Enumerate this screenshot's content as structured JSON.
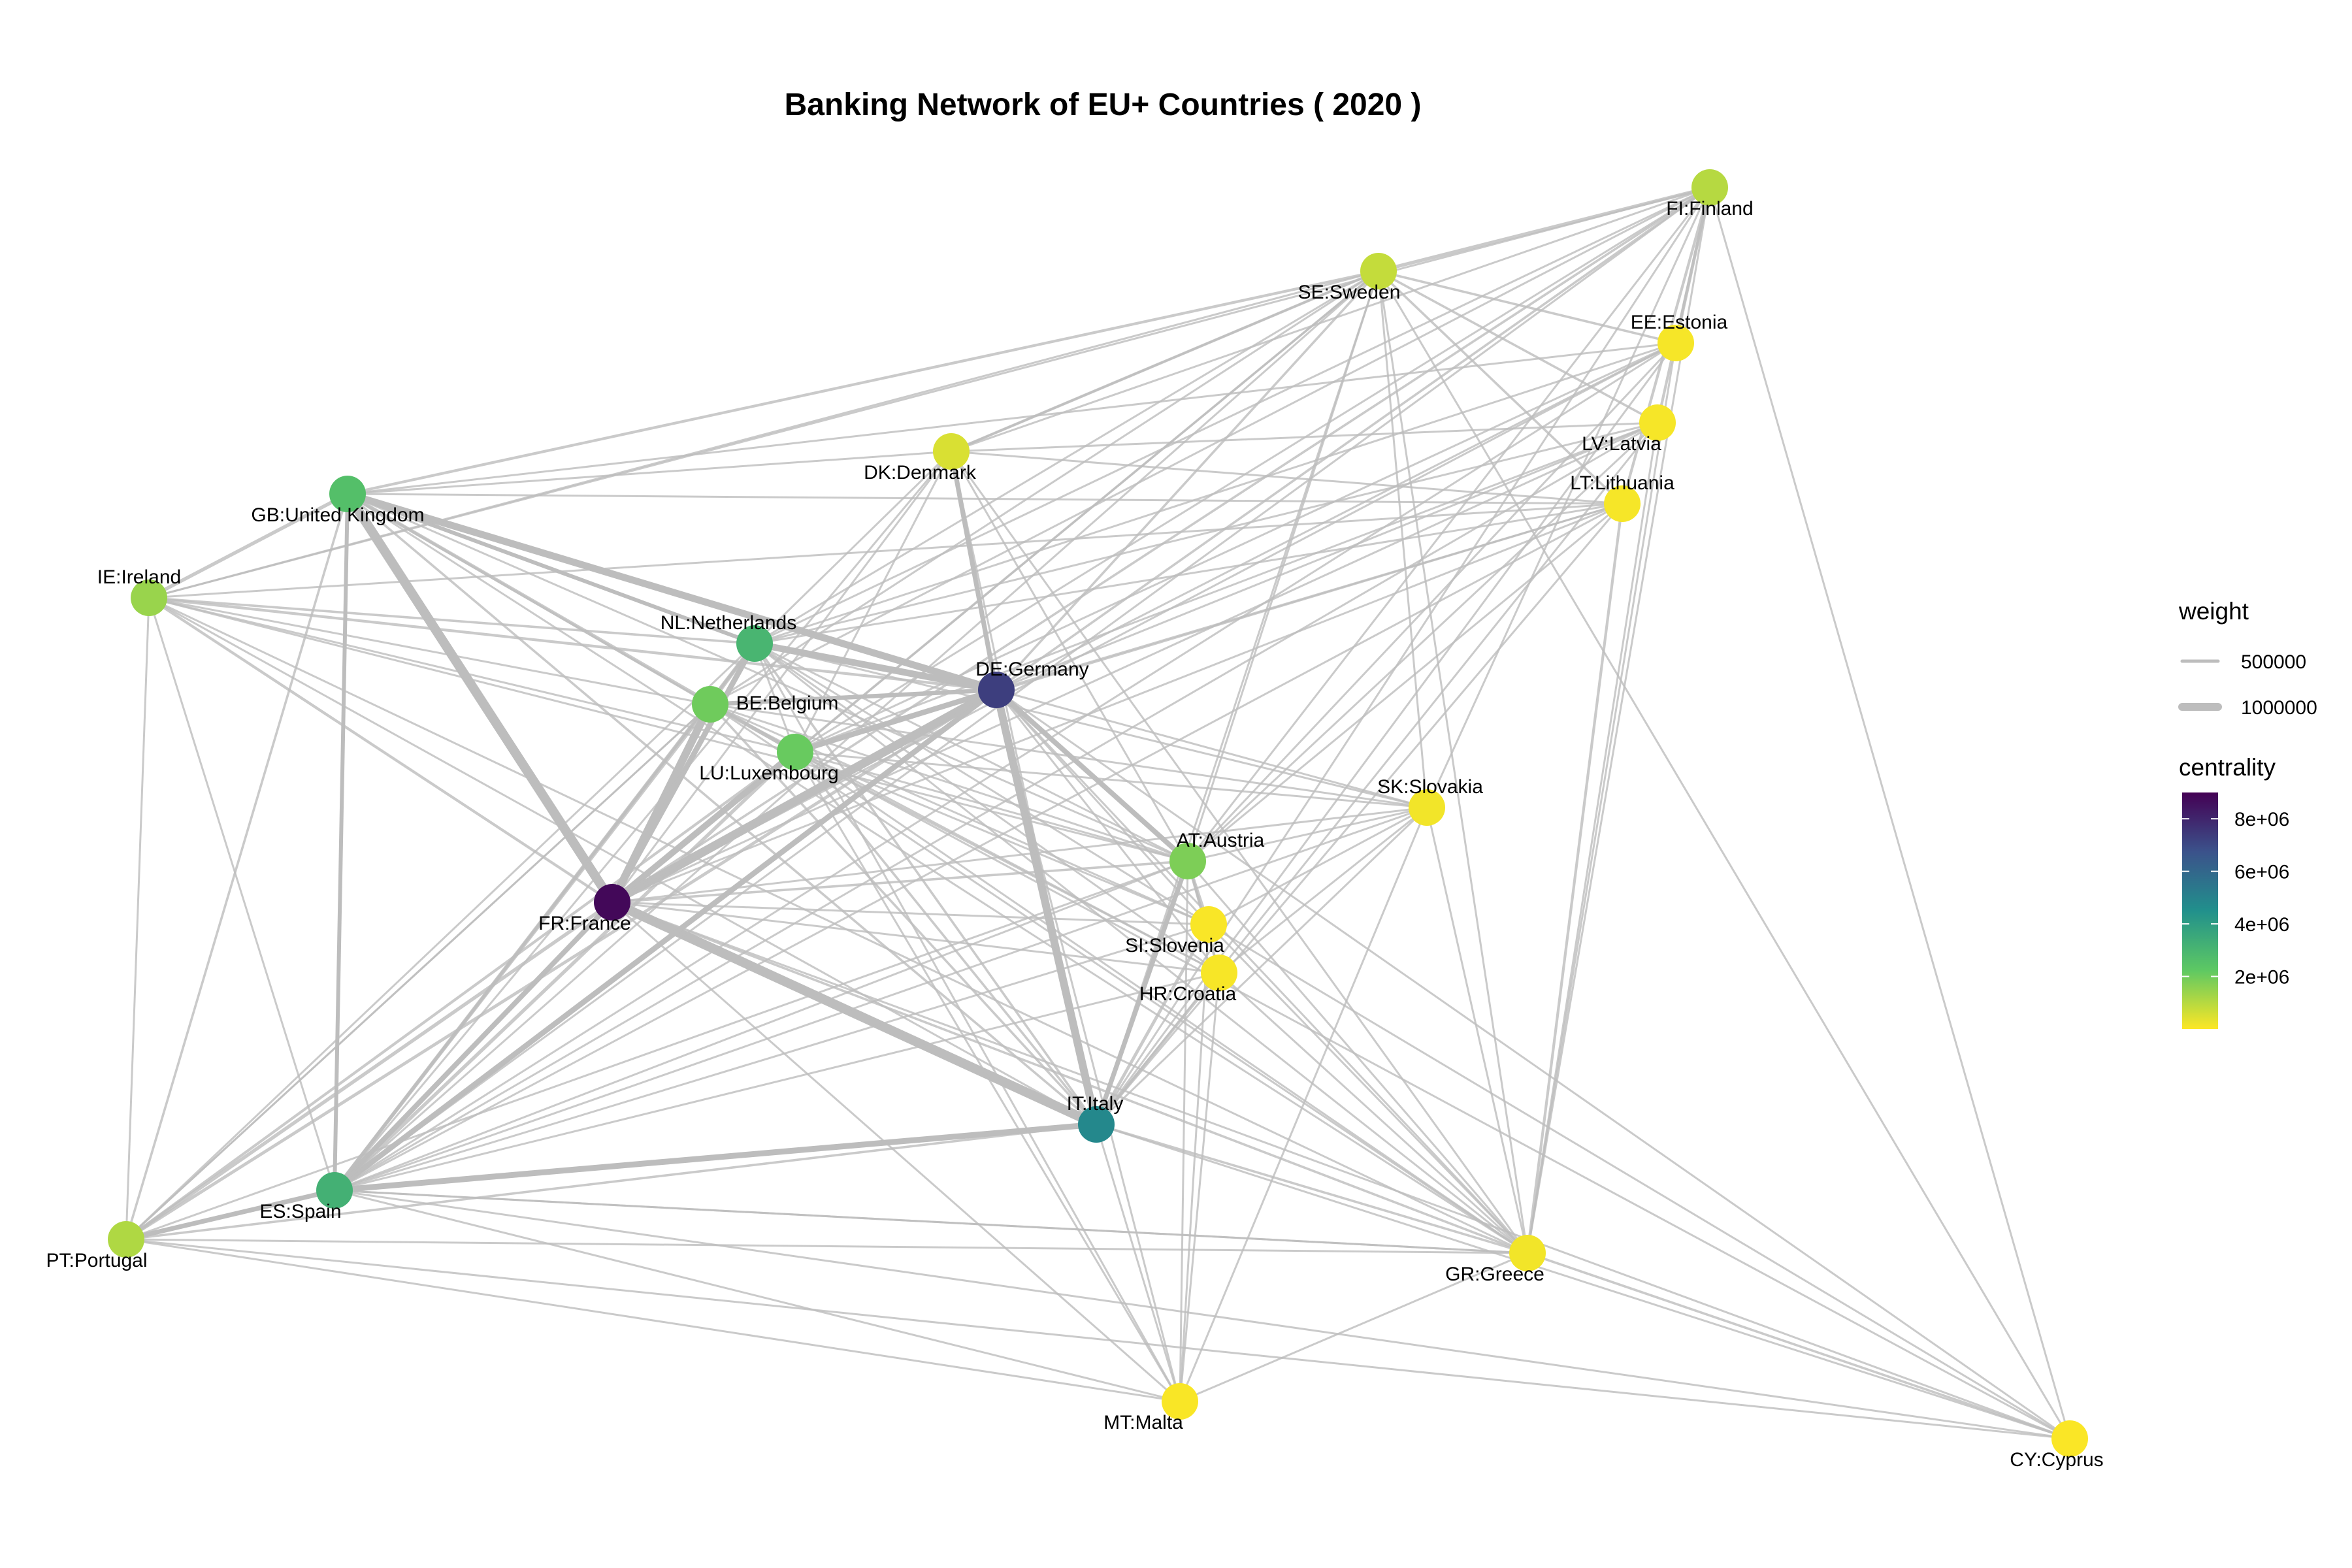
{
  "title": "Banking Network of EU+ Countries ( 2020 )",
  "palette": {
    "edge": "#bdbdbd",
    "viridis": [
      "#440154",
      "#3B528B",
      "#21908C",
      "#5DC863",
      "#FDE725"
    ]
  },
  "legend": {
    "weight_title": "weight",
    "weight_items": [
      {
        "label": "500000",
        "value": 500000
      },
      {
        "label": "1000000",
        "value": 1000000
      }
    ],
    "centrality_title": "centrality",
    "centrality_range": [
      0,
      9000000
    ],
    "centrality_ticks": [
      {
        "label": "8e+06",
        "value": 8000000
      },
      {
        "label": "6e+06",
        "value": 6000000
      },
      {
        "label": "4e+06",
        "value": 4000000
      },
      {
        "label": "2e+06",
        "value": 2000000
      }
    ]
  },
  "nodes": [
    {
      "id": "FI",
      "label": "FI:Finland",
      "centrality": 1000000
    },
    {
      "id": "SE",
      "label": "SE:Sweden",
      "centrality": 800000
    },
    {
      "id": "EE",
      "label": "EE:Estonia",
      "centrality": 100000
    },
    {
      "id": "LV",
      "label": "LV:Latvia",
      "centrality": 100000
    },
    {
      "id": "LT",
      "label": "LT:Lithuania",
      "centrality": 100000
    },
    {
      "id": "DK",
      "label": "DK:Denmark",
      "centrality": 500000
    },
    {
      "id": "GB",
      "label": "GB:United Kingdom",
      "centrality": 2600000
    },
    {
      "id": "IE",
      "label": "IE:Ireland",
      "centrality": 1400000
    },
    {
      "id": "NL",
      "label": "NL:Netherlands",
      "centrality": 3000000
    },
    {
      "id": "DE",
      "label": "DE:Germany",
      "centrality": 7300000
    },
    {
      "id": "BE",
      "label": "BE:Belgium",
      "centrality": 2000000
    },
    {
      "id": "LU",
      "label": "LU:Luxembourg",
      "centrality": 2100000
    },
    {
      "id": "SK",
      "label": "SK:Slovakia",
      "centrality": 150000
    },
    {
      "id": "AT",
      "label": "AT:Austria",
      "centrality": 1800000
    },
    {
      "id": "FR",
      "label": "FR:France",
      "centrality": 8800000
    },
    {
      "id": "SI",
      "label": "SI:Slovenia",
      "centrality": 60000
    },
    {
      "id": "HR",
      "label": "HR:Croatia",
      "centrality": 80000
    },
    {
      "id": "IT",
      "label": "IT:Italy",
      "centrality": 4800000
    },
    {
      "id": "ES",
      "label": "ES:Spain",
      "centrality": 3200000
    },
    {
      "id": "PT",
      "label": "PT:Portugal",
      "centrality": 1100000
    },
    {
      "id": "GR",
      "label": "GR:Greece",
      "centrality": 150000
    },
    {
      "id": "MT",
      "label": "MT:Malta",
      "centrality": 50000
    },
    {
      "id": "CY",
      "label": "CY:Cyprus",
      "centrality": 40000
    }
  ],
  "edges": [
    [
      "FR",
      "DE",
      1100000
    ],
    [
      "FR",
      "GB",
      1200000
    ],
    [
      "FR",
      "IT",
      1200000
    ],
    [
      "FR",
      "BE",
      1000000
    ],
    [
      "FR",
      "LU",
      800000
    ],
    [
      "FR",
      "NL",
      700000
    ],
    [
      "FR",
      "ES",
      650000
    ],
    [
      "DE",
      "IT",
      1000000
    ],
    [
      "DE",
      "GB",
      900000
    ],
    [
      "DE",
      "NL",
      850000
    ],
    [
      "DE",
      "LU",
      700000
    ],
    [
      "DE",
      "DK",
      600000
    ],
    [
      "DE",
      "ES",
      700000
    ],
    [
      "DE",
      "AT",
      650000
    ],
    [
      "DE",
      "BE",
      550000
    ],
    [
      "IT",
      "ES",
      750000
    ],
    [
      "IT",
      "AT",
      600000
    ],
    [
      "IT",
      "SI",
      400000
    ],
    [
      "IT",
      "HR",
      350000
    ],
    [
      "ES",
      "GB",
      500000
    ],
    [
      "ES",
      "PT",
      600000
    ],
    [
      "ES",
      "BE",
      450000
    ],
    [
      "ES",
      "LU",
      450000
    ],
    [
      "ES",
      "NL",
      450000
    ],
    [
      "GB",
      "NL",
      500000
    ],
    [
      "GB",
      "IE",
      450000
    ],
    [
      "GB",
      "LU",
      450000
    ],
    [
      "SE",
      "FI",
      450000
    ],
    [
      "SE",
      "DK",
      350000
    ],
    [
      "SE",
      "GB",
      350000
    ],
    [
      "IE",
      "FR",
      350000
    ],
    [
      "IE",
      "DE",
      350000
    ],
    [
      "IE",
      "NL",
      300000
    ],
    [
      "BE",
      "NL",
      400000
    ],
    [
      "BE",
      "LU",
      400000
    ],
    [
      "AT",
      "SI",
      350000
    ],
    [
      "AT",
      "HR",
      350000
    ],
    [
      "GR",
      "CY",
      300000
    ],
    [
      "LT",
      "GR",
      350000
    ],
    [
      "FI",
      "EE",
      400000
    ],
    [
      "FI",
      "LV",
      350000
    ],
    [
      "FI",
      "LT",
      350000
    ],
    [
      "SE",
      "EE",
      300000
    ],
    [
      "SE",
      "LV",
      300000
    ],
    [
      "SE",
      "LT",
      300000
    ],
    [
      "PT",
      "FR",
      450000
    ],
    [
      "PT",
      "DE",
      400000
    ],
    [
      "PT",
      "IT",
      300000
    ],
    [
      "PT",
      "GB",
      300000
    ],
    [
      "PT",
      "LU",
      350000
    ],
    [
      "FI",
      "DE",
      300000
    ],
    [
      "FI",
      "FR",
      300000
    ],
    [
      "SE",
      "DE",
      300000
    ],
    [
      "SE",
      "FR",
      300000
    ],
    [
      "FI",
      "NL",
      250000
    ],
    [
      "SE",
      "NL",
      250000
    ],
    [
      "DK",
      "FR",
      250000
    ],
    [
      "DK",
      "GB",
      250000
    ],
    [
      "DK",
      "LU",
      250000
    ],
    [
      "DK",
      "NL",
      250000
    ],
    [
      "DK",
      "FI",
      250000
    ],
    [
      "DK",
      "IT",
      250000
    ],
    [
      "DK",
      "AT",
      250000
    ],
    [
      "GR",
      "DE",
      250000
    ],
    [
      "GR",
      "FR",
      300000
    ],
    [
      "GR",
      "IT",
      300000
    ],
    [
      "GR",
      "AT",
      250000
    ],
    [
      "GR",
      "ES",
      250000
    ],
    [
      "GR",
      "PT",
      250000
    ],
    [
      "GR",
      "MT",
      250000
    ],
    [
      "GR",
      "SI",
      250000
    ],
    [
      "GR",
      "HR",
      250000
    ],
    [
      "GR",
      "LU",
      250000
    ],
    [
      "GR",
      "NL",
      250000
    ],
    [
      "GR",
      "BE",
      250000
    ],
    [
      "CY",
      "FI",
      250000
    ],
    [
      "CY",
      "DE",
      250000
    ],
    [
      "CY",
      "FR",
      250000
    ],
    [
      "CY",
      "IT",
      250000
    ],
    [
      "CY",
      "ES",
      250000
    ],
    [
      "CY",
      "PT",
      250000
    ],
    [
      "CY",
      "LU",
      250000
    ],
    [
      "CY",
      "SE",
      250000
    ],
    [
      "CY",
      "SI",
      250000
    ],
    [
      "MT",
      "DE",
      250000
    ],
    [
      "MT",
      "FR",
      250000
    ],
    [
      "MT",
      "IT",
      250000
    ],
    [
      "MT",
      "ES",
      250000
    ],
    [
      "MT",
      "PT",
      250000
    ],
    [
      "MT",
      "LU",
      250000
    ],
    [
      "MT",
      "NL",
      250000
    ],
    [
      "MT",
      "AT",
      250000
    ],
    [
      "MT",
      "SK",
      250000
    ],
    [
      "MT",
      "SI",
      250000
    ],
    [
      "MT",
      "HR",
      250000
    ],
    [
      "SK",
      "DE",
      250000
    ],
    [
      "SK",
      "AT",
      250000
    ],
    [
      "SK",
      "FR",
      250000
    ],
    [
      "SK",
      "IT",
      250000
    ],
    [
      "SK",
      "ES",
      250000
    ],
    [
      "SK",
      "NL",
      250000
    ],
    [
      "SK",
      "BE",
      250000
    ],
    [
      "SK",
      "LU",
      250000
    ],
    [
      "SK",
      "SI",
      250000
    ],
    [
      "SK",
      "HR",
      250000
    ],
    [
      "SK",
      "GR",
      250000
    ],
    [
      "SK",
      "FI",
      250000
    ],
    [
      "SK",
      "SE",
      250000
    ],
    [
      "SI",
      "DE",
      250000
    ],
    [
      "SI",
      "FR",
      250000
    ],
    [
      "SI",
      "ES",
      250000
    ],
    [
      "SI",
      "LU",
      250000
    ],
    [
      "SI",
      "NL",
      250000
    ],
    [
      "SI",
      "BE",
      250000
    ],
    [
      "HR",
      "DE",
      250000
    ],
    [
      "HR",
      "FR",
      250000
    ],
    [
      "HR",
      "ES",
      250000
    ],
    [
      "HR",
      "LU",
      250000
    ],
    [
      "HR",
      "NL",
      250000
    ],
    [
      "HR",
      "BE",
      250000
    ],
    [
      "EE",
      "DE",
      250000
    ],
    [
      "EE",
      "FR",
      250000
    ],
    [
      "EE",
      "NL",
      250000
    ],
    [
      "EE",
      "LU",
      250000
    ],
    [
      "EE",
      "AT",
      250000
    ],
    [
      "EE",
      "IT",
      250000
    ],
    [
      "EE",
      "ES",
      250000
    ],
    [
      "EE",
      "GB",
      250000
    ],
    [
      "LV",
      "DE",
      250000
    ],
    [
      "LV",
      "FR",
      250000
    ],
    [
      "LV",
      "NL",
      250000
    ],
    [
      "LV",
      "LU",
      250000
    ],
    [
      "LV",
      "AT",
      250000
    ],
    [
      "LV",
      "IT",
      250000
    ],
    [
      "LV",
      "ES",
      250000
    ],
    [
      "LV",
      "DK",
      250000
    ],
    [
      "LT",
      "DE",
      250000
    ],
    [
      "LT",
      "FR",
      250000
    ],
    [
      "LT",
      "NL",
      250000
    ],
    [
      "LT",
      "LU",
      250000
    ],
    [
      "LT",
      "AT",
      250000
    ],
    [
      "LT",
      "IT",
      250000
    ],
    [
      "LT",
      "ES",
      250000
    ],
    [
      "LT",
      "GB",
      250000
    ],
    [
      "LT",
      "IE",
      250000
    ],
    [
      "LT",
      "DK",
      250000
    ],
    [
      "FI",
      "AT",
      250000
    ],
    [
      "FI",
      "IT",
      250000
    ],
    [
      "FI",
      "ES",
      250000
    ],
    [
      "FI",
      "LU",
      250000
    ],
    [
      "FI",
      "BE",
      250000
    ],
    [
      "FI",
      "IE",
      250000
    ],
    [
      "FI",
      "GR",
      250000
    ],
    [
      "SE",
      "AT",
      250000
    ],
    [
      "SE",
      "IT",
      250000
    ],
    [
      "SE",
      "ES",
      250000
    ],
    [
      "SE",
      "LU",
      250000
    ],
    [
      "SE",
      "BE",
      250000
    ],
    [
      "SE",
      "IE",
      250000
    ],
    [
      "SE",
      "GR",
      250000
    ],
    [
      "IE",
      "IT",
      250000
    ],
    [
      "IE",
      "ES",
      250000
    ],
    [
      "IE",
      "LU",
      250000
    ],
    [
      "IE",
      "BE",
      250000
    ],
    [
      "IE",
      "AT",
      250000
    ],
    [
      "IE",
      "PT",
      250000
    ],
    [
      "IE",
      "GR",
      250000
    ],
    [
      "GB",
      "IT",
      300000
    ],
    [
      "GB",
      "BE",
      300000
    ],
    [
      "GB",
      "AT",
      250000
    ],
    [
      "GB",
      "GR",
      250000
    ],
    [
      "NL",
      "IT",
      300000
    ],
    [
      "NL",
      "ES",
      300000
    ],
    [
      "NL",
      "AT",
      250000
    ],
    [
      "NL",
      "LU",
      250000
    ],
    [
      "BE",
      "IT",
      300000
    ],
    [
      "BE",
      "AT",
      250000
    ],
    [
      "BE",
      "PT",
      250000
    ],
    [
      "LU",
      "IT",
      300000
    ],
    [
      "LU",
      "AT",
      250000
    ],
    [
      "AT",
      "FR",
      300000
    ],
    [
      "AT",
      "ES",
      250000
    ],
    [
      "AT",
      "HR",
      250000
    ],
    [
      "PT",
      "NL",
      250000
    ],
    [
      "PT",
      "BE",
      250000
    ],
    [
      "PT",
      "AT",
      250000
    ],
    [
      "ES",
      "GR",
      250000
    ],
    [
      "DK",
      "ES",
      250000
    ],
    [
      "DK",
      "SE",
      250000
    ],
    [
      "DK",
      "GR",
      250000
    ],
    [
      "EE",
      "GR",
      250000
    ],
    [
      "LV",
      "GR",
      250000
    ]
  ]
}
